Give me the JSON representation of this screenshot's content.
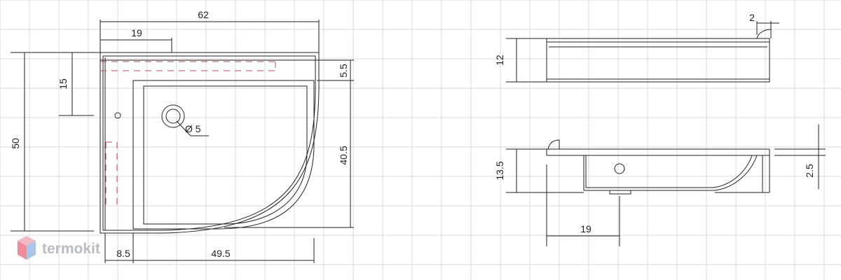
{
  "colors": {
    "background": "#ffffff",
    "grid": "#d9dbe0",
    "line": "#222222",
    "hidden_line": "#d04545",
    "logo_top": "#f3b9c3",
    "logo_left": "#f18c9b",
    "logo_right": "#a9c5ea",
    "logo_text": "#b9bcc4"
  },
  "plan_view": {
    "overall_width": "62",
    "drain_offset": "19",
    "side_offset": "15",
    "overall_depth": "50",
    "rim_top": "5.5",
    "inner_depth": "40.5",
    "drain_diameter": "Ø 5",
    "left_rim": "8.5",
    "inner_width": "49.5"
  },
  "side_view": {
    "lip_height": "2",
    "height": "12"
  },
  "section_view": {
    "height": "13.5",
    "recess": "2.5",
    "drain_offset": "19"
  },
  "watermark": {
    "brand": "termokit"
  }
}
